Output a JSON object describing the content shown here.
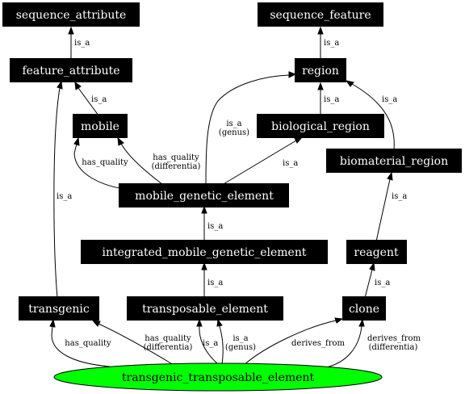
{
  "nodes": {
    "sequence_attribute": "sequence_attribute",
    "sequence_feature": "sequence_feature",
    "feature_attribute": "feature_attribute",
    "region": "region",
    "mobile": "mobile",
    "biological_region": "biological_region",
    "biomaterial_region": "biomaterial_region",
    "mobile_genetic_element": "mobile_genetic_element",
    "integrated_mobile_genetic_element": "integrated_mobile_genetic_element",
    "reagent": "reagent",
    "transgenic": "transgenic",
    "transposable_element": "transposable_element",
    "clone": "clone",
    "transgenic_transposable_element": "transgenic_transposable_element"
  },
  "edges": {
    "is_a": "is_a",
    "genus": "(genus)",
    "has_quality": "has_quality",
    "differentia": "(differentia)",
    "derives_from": "derives_from"
  },
  "colors": {
    "node_fill": "#000000",
    "node_text": "#ffffff",
    "root_fill": "#00ff00",
    "edge": "#000000"
  }
}
